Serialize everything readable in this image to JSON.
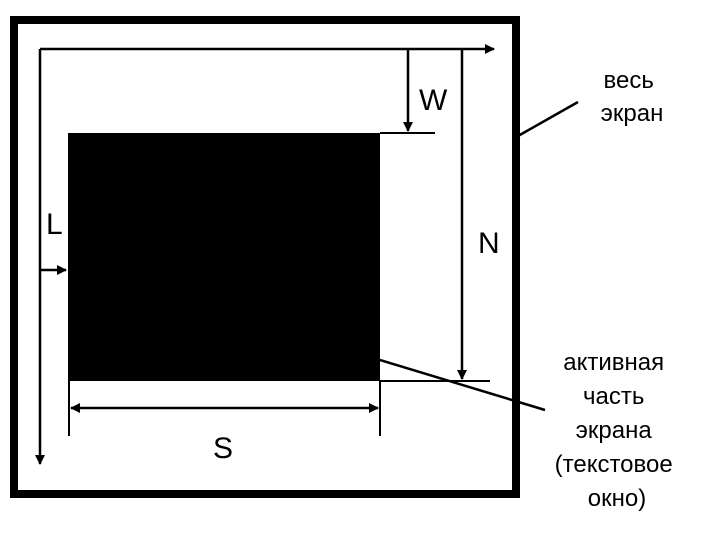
{
  "labels": {
    "w": "W",
    "n": "N",
    "l": "L",
    "s": "S"
  },
  "captions": {
    "full_screen": [
      "весь",
      "экран"
    ],
    "active_area": [
      "активная",
      "часть",
      "экрана",
      "(текстовое",
      "окно)"
    ]
  },
  "colors": {
    "ink": "#000000",
    "paper": "#ffffff"
  }
}
